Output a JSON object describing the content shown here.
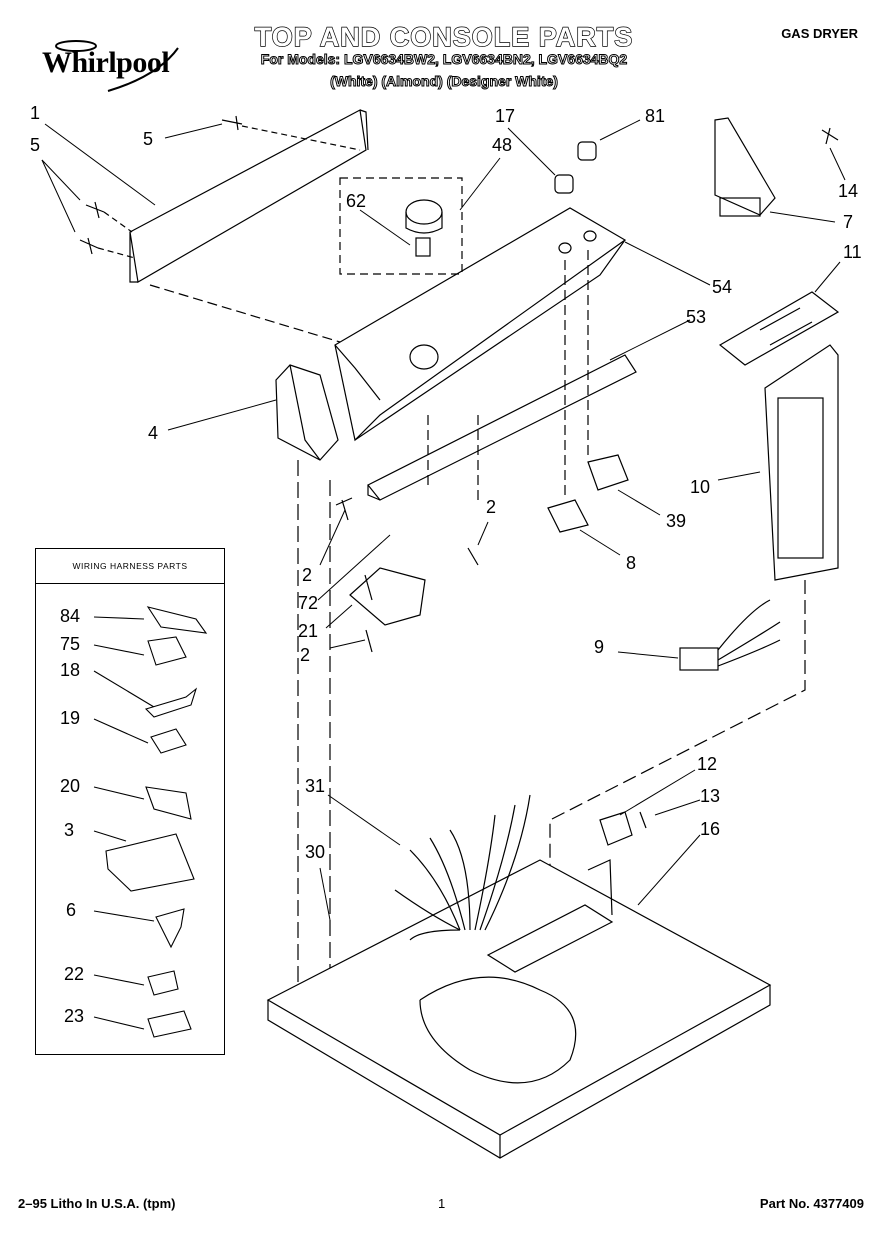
{
  "header": {
    "brand": "Whirlpool",
    "title": "TOP AND CONSOLE PARTS",
    "models": "For Models: LGV6634BW2, LGV6634BN2, LGV6634BQ2",
    "variants": "(White)    (Almond) (Designer White)",
    "category": "GAS DRYER"
  },
  "harness": {
    "title": "WIRING HARNESS PARTS",
    "items": [
      "84",
      "75",
      "18",
      "19",
      "20",
      "3",
      "6",
      "22",
      "23"
    ]
  },
  "callouts": {
    "c1": "1",
    "c5a": "5",
    "c5b": "5",
    "c17": "17",
    "c81": "81",
    "c48": "48",
    "c62": "62",
    "c14": "14",
    "c7": "7",
    "c11": "11",
    "c54": "54",
    "c53": "53",
    "c4": "4",
    "c10": "10",
    "c39": "39",
    "c2a": "2",
    "c2b": "2",
    "c8": "8",
    "c72": "72",
    "c21": "21",
    "c2c": "2",
    "c9": "9",
    "c12": "12",
    "c13": "13",
    "c31": "31",
    "c16": "16",
    "c30": "30"
  },
  "footer": {
    "litho": "2–95 Litho In U.S.A. (tpm)",
    "page": "1",
    "part_no": "Part No. 4377409"
  }
}
